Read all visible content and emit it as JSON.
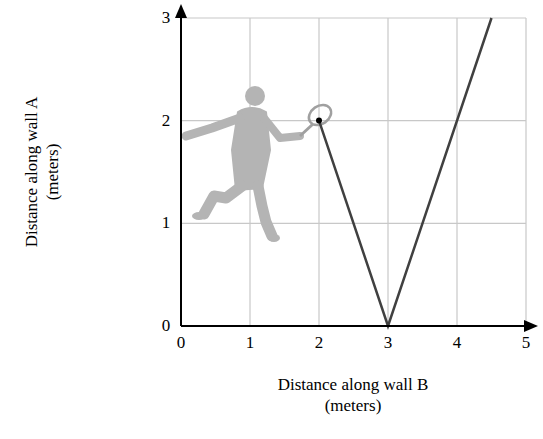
{
  "diagram": {
    "labels": [
      "Distance along wall A (meters)",
      "3",
      "2",
      "1",
      "0",
      "0",
      "1",
      "2",
      "3",
      "4",
      "5",
      "Distance along wall B (meters)"
    ]
  }
}
